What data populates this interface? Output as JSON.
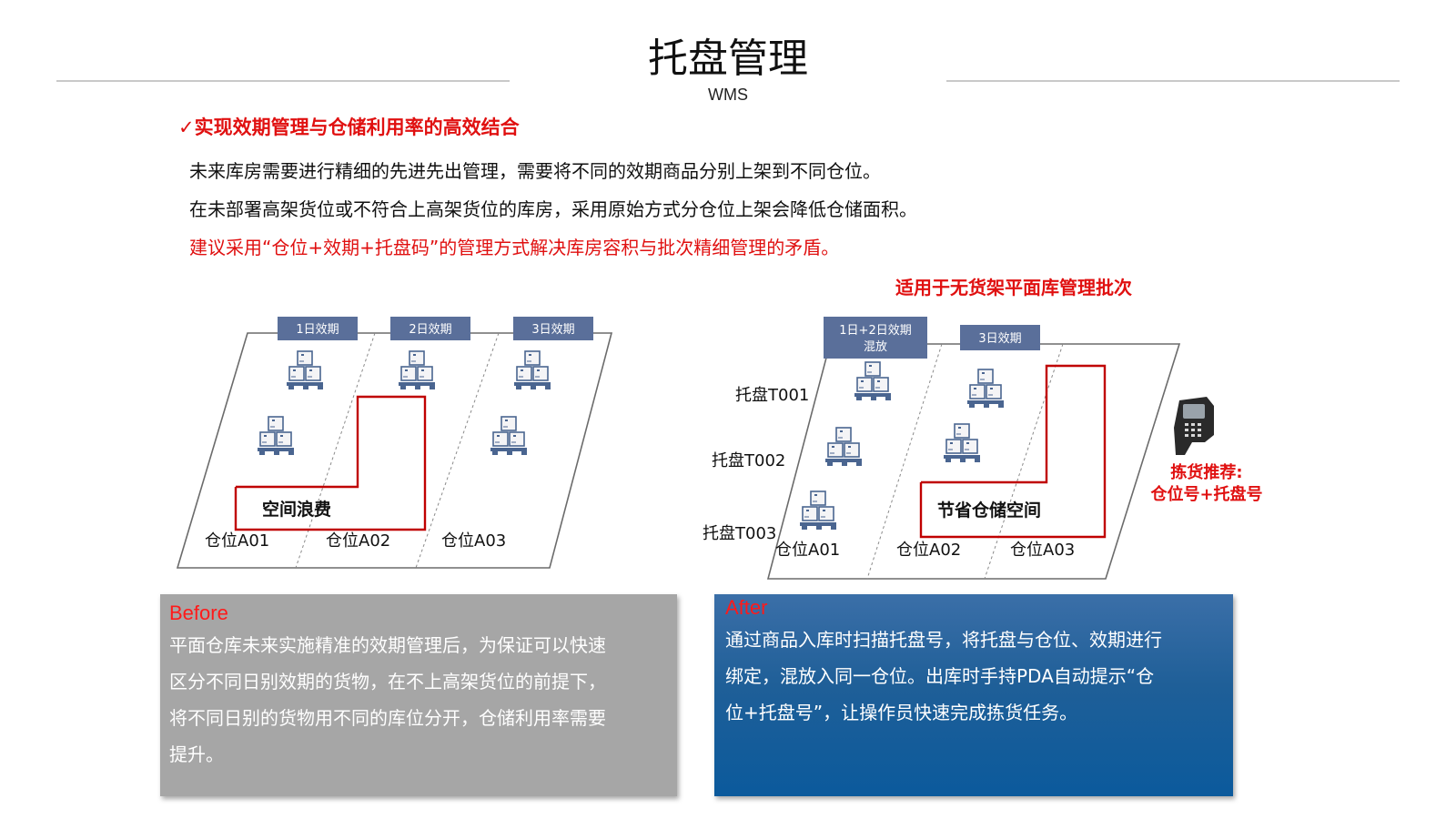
{
  "header": {
    "title": "托盘管理",
    "subtitle": "WMS"
  },
  "intro": {
    "heading": "✓实现效期管理与仓储利用率的高效结合",
    "lines": [
      "未来库房需要进行精细的先进先出管理，需要将不同的效期商品分别上架到不同仓位。",
      "在未部署高架货位或不符合上高架货位的库房，采用原始方式分仓位上架会降低仓储面积。",
      "建议采用“仓位+效期+托盘码”的管理方式解决库房容积与批次精细管理的矛盾。"
    ]
  },
  "right_caption": "适用于无货架平面库管理批次",
  "before_diagram": {
    "labels": [
      "1日效期",
      "2日效期",
      "3日效期"
    ],
    "waste_label": "空间浪费",
    "locations": [
      "仓位A01",
      "仓位A02",
      "仓位A03"
    ]
  },
  "after_diagram": {
    "labels": [
      "1日+2日效期",
      "混放",
      "3日效期"
    ],
    "pallets": [
      "托盘T001",
      "托盘T002",
      "托盘T003"
    ],
    "save_label": "节省仓储空间",
    "locations": [
      "仓位A01",
      "仓位A02",
      "仓位A03"
    ],
    "pick_title": "拣货推荐:",
    "pick_value": "仓位号+托盘号"
  },
  "before_card": {
    "tag": "Before",
    "lines": [
      "平面仓库未来实施精准的效期管理后，为保证可以快速",
      "区分不同日别效期的货物，在不上高架货位的前提下，",
      "将不同日别的货物用不同的库位分开，仓储利用率需要",
      "提升。"
    ]
  },
  "after_card": {
    "tag": "After",
    "lines": [
      "通过商品入库时扫描托盘号，将托盘与仓位、效期进行",
      "绑定，混放入同一仓位。出库时手持PDA自动提示“仓",
      "位+托盘号”，让操作员快速完成拣货任务。"
    ]
  },
  "colors": {
    "accent_red": "#e01010",
    "tag_blue": "#5a6f9a",
    "box_blue": "#4a6590",
    "after_blue": "#0b5a9c",
    "before_gray": "#a6a6a6"
  },
  "icons": [
    "pallet-box-icon",
    "pda-scanner-icon"
  ]
}
